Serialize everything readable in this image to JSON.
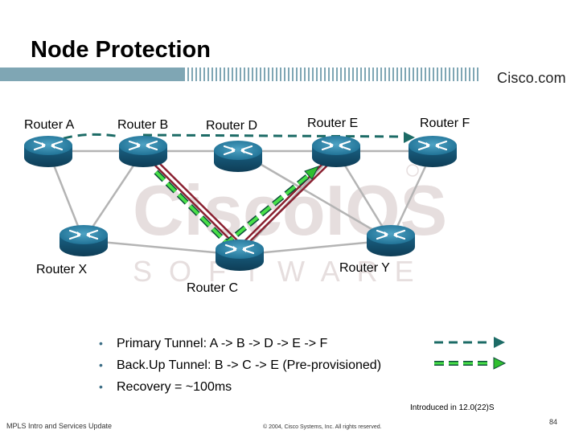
{
  "slide": {
    "title": "Node Protection",
    "brand": "Cisco.com",
    "watermark": {
      "top": "CiscoIOS",
      "bottom": "SOFTWARE"
    }
  },
  "routers": [
    {
      "id": "a",
      "label": "Router A"
    },
    {
      "id": "b",
      "label": "Router B"
    },
    {
      "id": "d",
      "label": "Router D"
    },
    {
      "id": "e",
      "label": "Router E"
    },
    {
      "id": "f",
      "label": "Router F"
    },
    {
      "id": "x",
      "label": "Router X"
    },
    {
      "id": "c",
      "label": "Router C"
    },
    {
      "id": "y",
      "label": "Router Y"
    }
  ],
  "legend": {
    "bullets": [
      "Primary Tunnel: A -> B -> D -> E -> F",
      "Back.Up Tunnel: B -> C -> E (Pre-provisioned)",
      "Recovery = ~100ms"
    ],
    "primary_color": "#1c6b66",
    "backup_color": "#2fbf2f"
  },
  "notes": {
    "introduced": "Introduced in 12.0(22)S"
  },
  "footer": {
    "left": "MPLS Intro and Services Update",
    "center": "© 2004, Cisco Systems, Inc. All rights reserved.",
    "page": "84"
  }
}
